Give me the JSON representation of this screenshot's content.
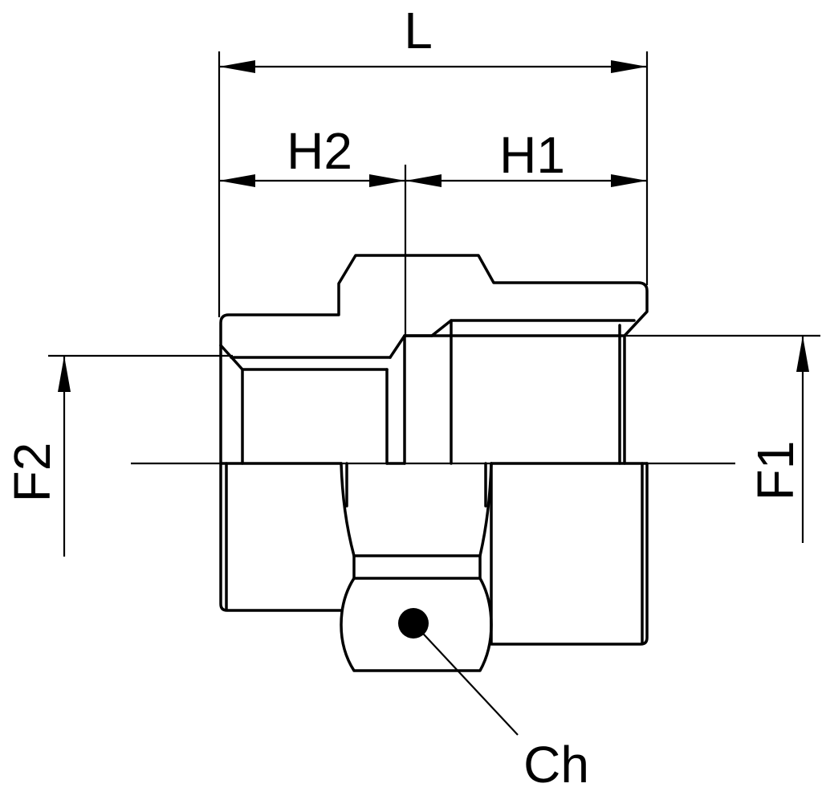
{
  "labels": {
    "L": "L",
    "H2": "H2",
    "H1": "H1",
    "F2": "F2",
    "F1": "F1",
    "Ch": "Ch"
  },
  "colors": {
    "line": "#000000",
    "background": "#ffffff"
  }
}
